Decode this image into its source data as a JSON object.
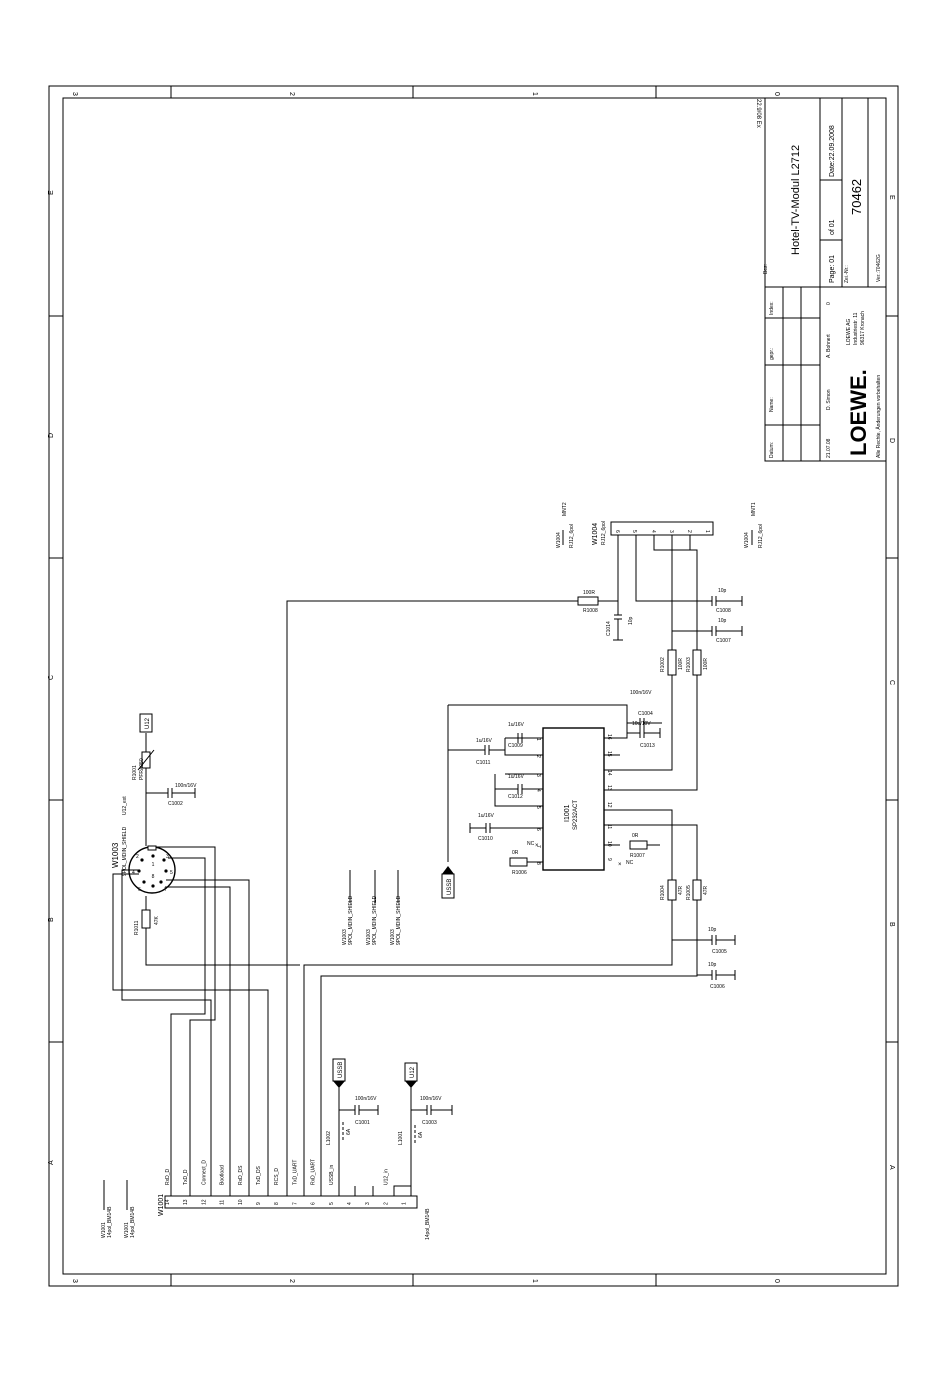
{
  "frame": {
    "col_numbers": [
      "3",
      "2",
      "1",
      "0"
    ],
    "row_letters": [
      "E",
      "D",
      "C",
      "B",
      "A"
    ]
  },
  "title_block": {
    "copies": "22.9/08 Ex",
    "bez_label": "Bez:",
    "title": "Hotel-TV-Modul L2712",
    "index_label": "Index:",
    "gepr_label": "gepr.:",
    "name_label": "Name:",
    "datum_label": "Datum:",
    "page": "Page: 01",
    "of": "of 01",
    "date": "Date:22.09.2008",
    "zei_label": "Zei.-Nr.:",
    "drawing_no": "70462",
    "index_value": "0",
    "name_checked": "A. Bohnert",
    "name_drawn": "D. Simon",
    "date_drawn": "21.07.08",
    "company": "LOEWE AG",
    "street": "Industriestr. 11",
    "city": "96317 Kronach",
    "logo": "LOEWE.",
    "rights": "Alle Rechte, Änderungen vorbehalten",
    "version": "Ver.:70462G"
  },
  "w1001": {
    "ref": "W1001",
    "type": "14pol_BM14B",
    "pins": [
      {
        "num": "14",
        "label": "RxD_D"
      },
      {
        "num": "13",
        "label": "TxD_D"
      },
      {
        "num": "12",
        "label": "Connect_D"
      },
      {
        "num": "11",
        "label": "Bootload"
      },
      {
        "num": "10",
        "label": "RxD_DS"
      },
      {
        "num": "9",
        "label": "TxD_DS"
      },
      {
        "num": "8",
        "label": "RCS_D"
      },
      {
        "num": "7",
        "label": "TxD_UART"
      },
      {
        "num": "6",
        "label": "RxD_UART"
      },
      {
        "num": "5",
        "label": "USSB_in"
      },
      {
        "num": "4",
        "label": ""
      },
      {
        "num": "3",
        "label": ""
      },
      {
        "num": "2",
        "label": "U12_in"
      },
      {
        "num": "1",
        "label": ""
      }
    ]
  },
  "w1001_refs": [
    {
      "ref": "W1001",
      "num": "1",
      "type": "14pol_BM14B"
    },
    {
      "ref": "W1001",
      "num": "1",
      "type": "14pol_BM14B"
    }
  ],
  "w1003": {
    "ref": "W1003",
    "type": "9POL_MDIN_SHIELD",
    "pins": [
      "1",
      "2",
      "3",
      "4",
      "5",
      "6",
      "7",
      "8"
    ]
  },
  "w1003_refs": [
    {
      "ref": "W1003",
      "num": "1",
      "type": "9POL_MDIN_SHIELD"
    },
    {
      "ref": "W1003",
      "num": "1",
      "type": "9POL_MDIN_SHIELD"
    },
    {
      "ref": "W1003",
      "num": "1",
      "type": "9POL_MDIN_SHIELD"
    }
  ],
  "w1004": {
    "ref": "W1004",
    "type": "RJ12_6pol",
    "pins": [
      "6",
      "5",
      "4",
      "3",
      "2",
      "1"
    ]
  },
  "w1004_refs": [
    {
      "ref": "W1004",
      "tag": "MNT2",
      "type": "RJ12_6pol"
    },
    {
      "ref": "W1004",
      "tag": "MNT1",
      "type": "RJ12_6pol"
    }
  ],
  "ic": {
    "ref": "I1001",
    "part": "SP232ACT",
    "pins_left": [
      "1",
      "2",
      "3",
      "4",
      "5",
      "6",
      "7",
      "8"
    ],
    "pins_right": [
      "16",
      "15",
      "14",
      "13",
      "12",
      "11",
      "10",
      "9"
    ]
  },
  "power": {
    "u12": "U12",
    "ussb": "USSB",
    "u12_ext": "U12_ext"
  },
  "components": {
    "r1001": {
      "ref": "R1001",
      "value": "PFRA050"
    },
    "r1011": {
      "ref": "R1011",
      "value": "47K"
    },
    "r1002": {
      "ref": "R1002",
      "value": "100R"
    },
    "r1003": {
      "ref": "R1003",
      "value": "100R"
    },
    "r1004": {
      "ref": "R1004",
      "value": "47R"
    },
    "r1005": {
      "ref": "R1005",
      "value": "47R"
    },
    "r1006": {
      "ref": "R1006",
      "value": "0R"
    },
    "r1007": {
      "ref": "R1007",
      "value": "0R"
    },
    "r1008": {
      "ref": "R1008",
      "value": "100R"
    },
    "c1001": {
      "ref": "C1001",
      "value": "100n/16V"
    },
    "c1002": {
      "ref": "C1002",
      "value": "100n/16V"
    },
    "c1003": {
      "ref": "C1003",
      "value": "100n/16V"
    },
    "c1004": {
      "ref": "C1004",
      "value": "100n/16V"
    },
    "c1005": {
      "ref": "C1005",
      "value": "10p"
    },
    "c1006": {
      "ref": "C1006",
      "value": "10p"
    },
    "c1007": {
      "ref": "C1007",
      "value": "10p"
    },
    "c1008": {
      "ref": "C1008",
      "value": "10p"
    },
    "c1009": {
      "ref": "C1009",
      "value": "1u/16V"
    },
    "c1010": {
      "ref": "C1010",
      "value": "1u/16V"
    },
    "c1011": {
      "ref": "C1011",
      "value": "1u/16V"
    },
    "c1012": {
      "ref": "C1012",
      "value": "1u/16V"
    },
    "c1013": {
      "ref": "C1013",
      "value": "10u/10V"
    },
    "c1014": {
      "ref": "C1014",
      "value": "10p"
    },
    "l1001": {
      "ref": "L1001",
      "value": "6A"
    },
    "l1002": {
      "ref": "L1002",
      "value": "6A"
    }
  },
  "nc": "NC"
}
